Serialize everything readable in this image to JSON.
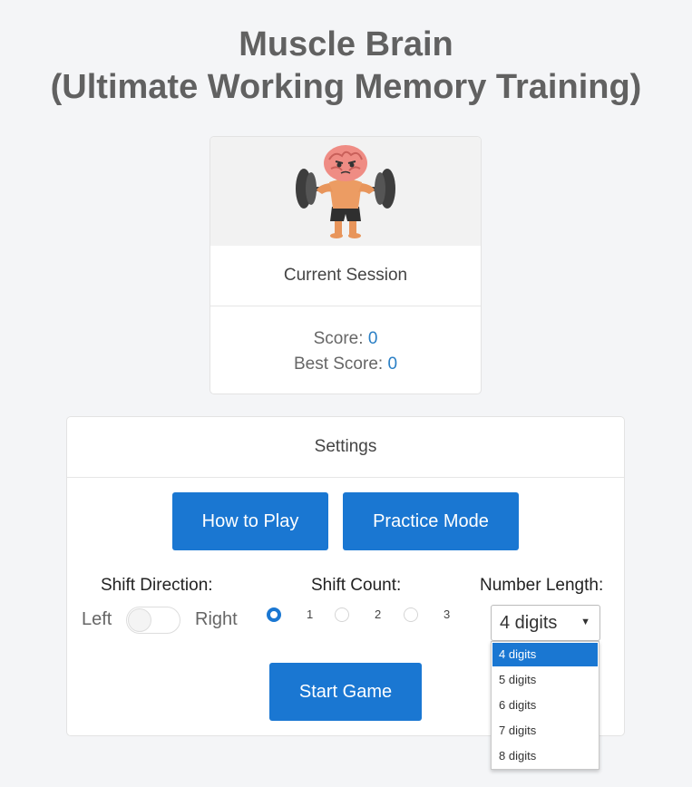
{
  "header": {
    "title_line1": "Muscle Brain",
    "title_line2": "(Ultimate Working Memory Training)"
  },
  "session": {
    "title": "Current Session",
    "score_label": "Score:",
    "score_value": "0",
    "best_label": "Best Score:",
    "best_value": "0"
  },
  "settings": {
    "title": "Settings",
    "how_to_play_label": "How to Play",
    "practice_label": "Practice Mode",
    "start_label": "Start Game",
    "shift_direction": {
      "label": "Shift Direction:",
      "left": "Left",
      "right": "Right"
    },
    "shift_count": {
      "label": "Shift Count:",
      "options": [
        "1",
        "2",
        "3"
      ],
      "selected": "1"
    },
    "number_length": {
      "label": "Number Length:",
      "selected": "4 digits",
      "options": [
        "4 digits",
        "5 digits",
        "6 digits",
        "7 digits",
        "8 digits"
      ]
    }
  },
  "colors": {
    "accent": "#1a77d2",
    "score_value": "#2a7fc5",
    "title_text": "#616161"
  }
}
